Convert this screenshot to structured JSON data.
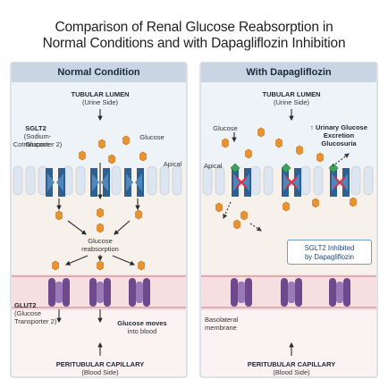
{
  "title": {
    "line1": "Comparison of Renal Glucose Reabsorption in",
    "line2": "Normal Conditions and with Dapagliflozin Inhibition"
  },
  "left": {
    "header": "Normal Condition",
    "lumen": "TUBULAR LUMEN",
    "lumen_sub": "(Urine Side)",
    "sglt2": "SGLT2",
    "sglt2_sub1": "(Sodium-Glucose",
    "sglt2_sub2": "Cotransporter 2)",
    "glucose": "Glucose",
    "apical": "Apical",
    "reabs1": "Glucose",
    "reabs2": "reabsorption",
    "glut2": "GLUT2",
    "glut2_sub1": "(Glucose",
    "glut2_sub2": "Transporter 2)",
    "moves1": "Glucose moves",
    "moves2": "into blood",
    "capillary": "PERITUBULAR CAPILLARY",
    "capillary_sub": "(Blood Side)"
  },
  "right": {
    "header": "With Dapagliflozin",
    "lumen": "TUBULAR LUMEN",
    "lumen_sub": "(Urine Side)",
    "glucose": "Glucose",
    "excretion1": "↑ Urinary Glucose",
    "excretion2": "Excretion",
    "excretion3": "Glucosuria",
    "apical": "Apical",
    "inhibited1": "SGLT2 Inhibited",
    "inhibited2": "by Dapagliflozin",
    "basolateral1": "Basolateral",
    "basolateral2": "membrane",
    "capillary": "PERITUBULAR CAPILLARY",
    "capillary_sub": "(Blood Side)"
  },
  "colors": {
    "sglt2": "#2f5f8f",
    "glut2": "#6e4a8c",
    "glucose": "#e8932f",
    "drug": "#3aa55a",
    "inhibit": "#d9324a",
    "lumen_bg": "#eef3f8",
    "cell_bg": "#f6f1ea",
    "blood_bg": "#f6dfe0"
  }
}
